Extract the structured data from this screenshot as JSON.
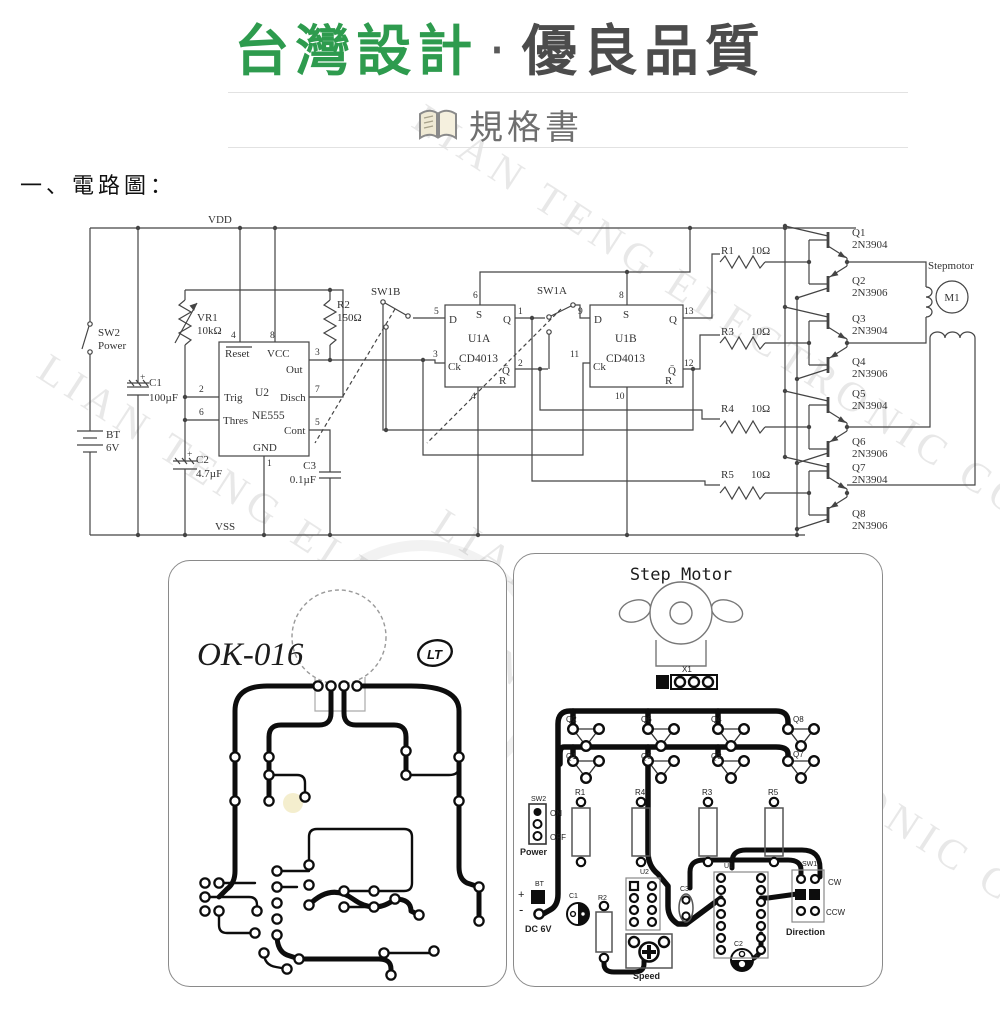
{
  "header": {
    "title_green": "台灣設計",
    "separator": "‧",
    "title_gray": "優良品質",
    "subtitle": "規格書"
  },
  "section_heading": "一、電路圖：",
  "watermark": {
    "text": "LIAN TENG ELECTRONIC CO.,LTD."
  },
  "schematic": {
    "rails": {
      "vdd": "VDD",
      "vss": "VSS"
    },
    "switch_power": {
      "name": "SW2",
      "label": "Power"
    },
    "battery": {
      "name": "BT",
      "voltage": "6V"
    },
    "capacitors": {
      "c1": {
        "name": "C1",
        "value": "100µF",
        "plus": "+"
      },
      "c2": {
        "name": "C2",
        "value": "4.7µF",
        "plus": "+"
      },
      "c3": {
        "name": "C3",
        "value": "0.1µF"
      }
    },
    "vr1": {
      "name": "VR1",
      "value": "10kΩ"
    },
    "r2": {
      "name": "R2",
      "value": "150Ω"
    },
    "timer": {
      "name": "U2",
      "part": "NE555",
      "pins": {
        "reset": {
          "num": "4",
          "label": "Reset"
        },
        "vcc": {
          "num": "8",
          "label": "VCC"
        },
        "out": {
          "num": "3",
          "label": "Out"
        },
        "trig": {
          "num": "2",
          "label": "Trig"
        },
        "thres": {
          "num": "6",
          "label": "Thres"
        },
        "disch": {
          "num": "7",
          "label": "Disch"
        },
        "cont": {
          "num": "5",
          "label": "Cont"
        },
        "gnd": {
          "num": "1",
          "label": "GND"
        }
      }
    },
    "flipflop_a": {
      "name": "U1A",
      "part": "CD4013",
      "pins": {
        "d": {
          "num": "5",
          "label": "D"
        },
        "s": {
          "num": "6",
          "label": "S"
        },
        "q": {
          "num": "1",
          "label": "Q"
        },
        "qb": {
          "num": "2",
          "label": "Q̄"
        },
        "ck": {
          "num": "3",
          "label": "Ck"
        },
        "r": {
          "num": "4",
          "label": "R"
        }
      }
    },
    "flipflop_b": {
      "name": "U1B",
      "part": "CD4013",
      "pins": {
        "d": {
          "num": "9",
          "label": "D"
        },
        "s": {
          "num": "8",
          "label": "S"
        },
        "q": {
          "num": "13",
          "label": "Q"
        },
        "qb": {
          "num": "12",
          "label": "Q̄"
        },
        "ck": {
          "num": "11",
          "label": "Ck"
        },
        "r": {
          "num": "10",
          "label": "R"
        }
      }
    },
    "switch_dir_a": {
      "name": "SW1A"
    },
    "switch_dir_b": {
      "name": "SW1B"
    },
    "base_resistors": {
      "r1": {
        "name": "R1",
        "value": "10Ω"
      },
      "r3": {
        "name": "R3",
        "value": "10Ω"
      },
      "r4": {
        "name": "R4",
        "value": "10Ω"
      },
      "r5": {
        "name": "R5",
        "value": "10Ω"
      }
    },
    "transistors": {
      "q1": {
        "name": "Q1",
        "part": "2N3904"
      },
      "q2": {
        "name": "Q2",
        "part": "2N3906"
      },
      "q3": {
        "name": "Q3",
        "part": "2N3904"
      },
      "q4": {
        "name": "Q4",
        "part": "2N3906"
      },
      "q5": {
        "name": "Q5",
        "part": "2N3904"
      },
      "q6": {
        "name": "Q6",
        "part": "2N3906"
      },
      "q7": {
        "name": "Q7",
        "part": "2N3904"
      },
      "q8": {
        "name": "Q8",
        "part": "2N3906"
      }
    },
    "motor": {
      "type": "Stepmotor",
      "name": "M1"
    }
  },
  "pcb_left": {
    "model": "OK-016",
    "logo": "LT"
  },
  "pcb_right": {
    "title": "Step Motor",
    "connector": "X1",
    "transistors_row1": [
      "Q2",
      "Q6",
      "Q4",
      "Q8"
    ],
    "transistors_row2": [
      "Q1",
      "Q5",
      "Q3",
      "Q7"
    ],
    "resistors": [
      "R1",
      "R4",
      "R3",
      "R5"
    ],
    "power_switch": {
      "name": "SW2",
      "on": "ON",
      "off": "OFF",
      "label": "Power"
    },
    "battery": {
      "name": "BT",
      "plus": "+",
      "minus": "-",
      "label": "DC 6V"
    },
    "parts": {
      "c1": "C1",
      "r2": "R2",
      "u2": "U2",
      "c3": "C3",
      "c2": "C2",
      "u1": "U1"
    },
    "speed": {
      "label": "Speed"
    },
    "direction_switch": {
      "name": "SW1",
      "cw": "CW",
      "ccw": "CCW",
      "label": "Direction"
    }
  }
}
